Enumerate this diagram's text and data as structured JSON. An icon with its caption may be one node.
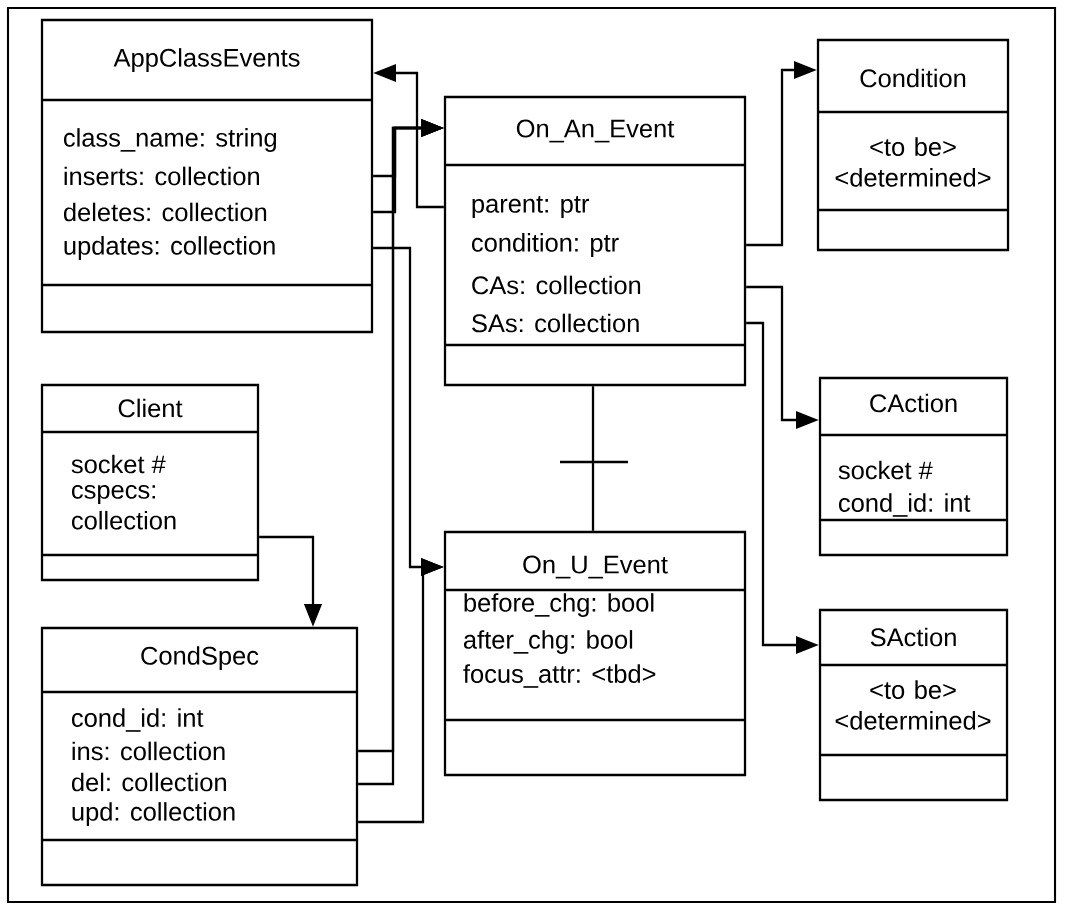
{
  "diagram": {
    "nodes": [
      {
        "text": [
          "AppClassEvents",
          "class_name: string",
          "inserts: collection",
          "deletes: collection",
          "updates: collection"
        ]
      },
      {
        "text": [
          "On_An_Event",
          "parent: ptr",
          "condition: ptr",
          "CAs: collection",
          "SAs: collection"
        ]
      },
      {
        "text": [
          "Condition",
          "<to be> <determined>"
        ]
      },
      {
        "text": [
          "Client",
          "socket #",
          "cspecs: collection"
        ]
      },
      {
        "text": [
          "CAction",
          "socket #",
          "cond_id: int"
        ]
      },
      {
        "text": [
          "On_U_Event",
          "before_chg: bool",
          "after_chg: bool",
          "focus_attr: <tbd>"
        ]
      },
      {
        "text": [
          "CondSpec",
          "cond_id: int",
          "ins: collection",
          "del: collection",
          "upd: collection"
        ]
      },
      {
        "text": [
          "SAction",
          "<to be> <determined>"
        ]
      }
    ],
    "edges": [
      {
        "from": 0,
        "to": 1,
        "arrow": "to"
      },
      {
        "from": 0,
        "to": 1,
        "arrow": "to"
      },
      {
        "from": 6,
        "to": 1,
        "arrow": "to"
      },
      {
        "from": 6,
        "to": 1,
        "arrow": "to"
      },
      {
        "from": 1,
        "to": 0,
        "arrow": "to"
      },
      {
        "from": 0,
        "to": 5,
        "arrow": "to"
      },
      {
        "from": 6,
        "to": 5,
        "arrow": "to"
      },
      {
        "from": 1,
        "to": 2,
        "arrow": "to"
      },
      {
        "from": 1,
        "to": 4,
        "arrow": "to"
      },
      {
        "from": 1,
        "to": 7,
        "arrow": "to"
      },
      {
        "from": 3,
        "to": 6,
        "arrow": "to"
      },
      {
        "from": 1,
        "to": 5,
        "arrow": "none"
      }
    ]
  }
}
